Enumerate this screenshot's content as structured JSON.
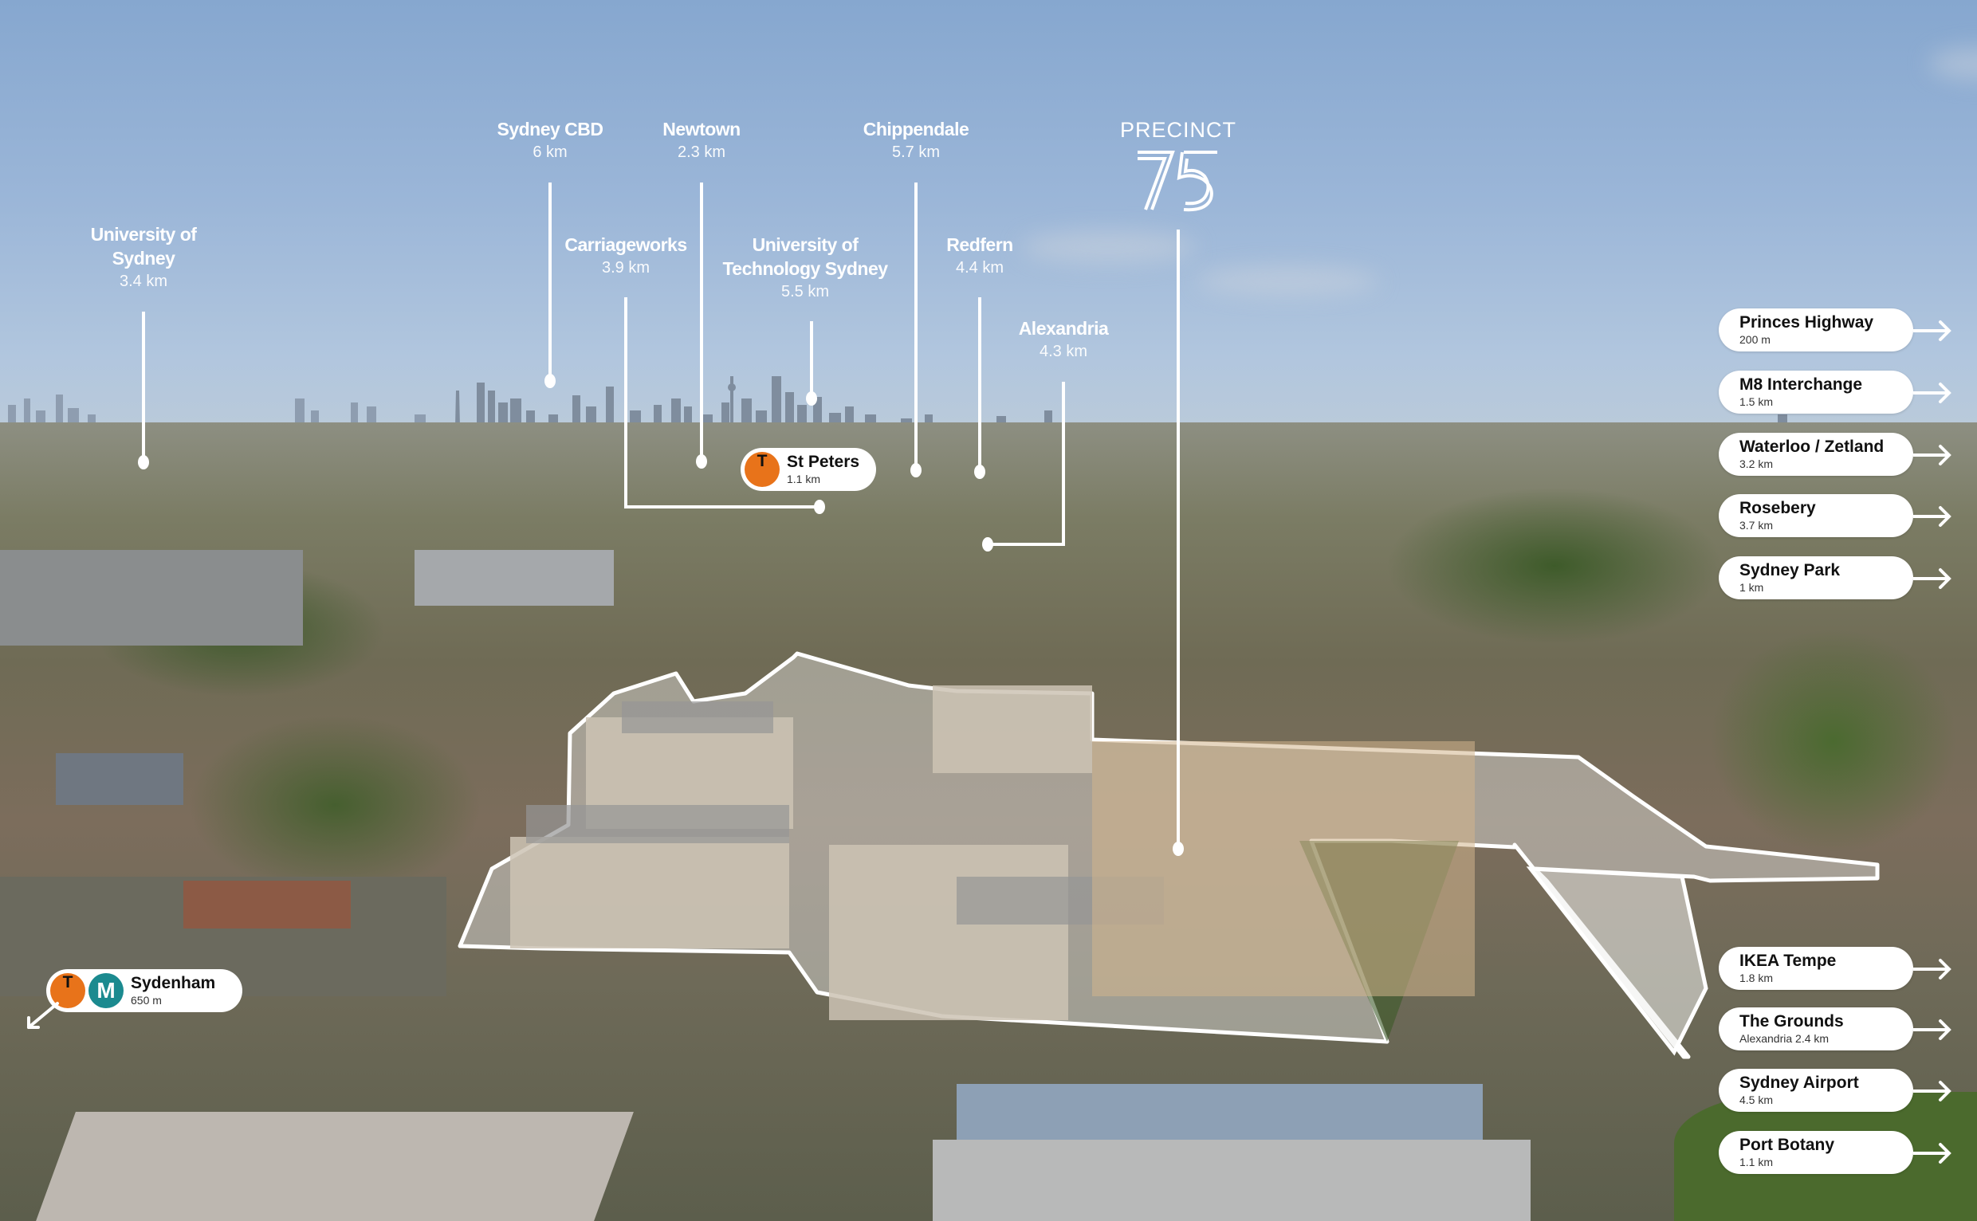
{
  "image": {
    "description": "Aerial photo of Precinct 75 site, St Peters, Sydney, with distance annotations",
    "colors": {
      "sky_top": "#86a7cf",
      "sky_bottom": "#bccbd9",
      "label_text": "#ffffff",
      "pill_bg": "#ffffff",
      "pill_text": "#111111",
      "train_badge": "#e8731a",
      "metro_badge": "#1b8a8f",
      "site_outline": "#ffffff"
    }
  },
  "brand": {
    "word": "PRECINCT",
    "number": "75"
  },
  "landmarks": [
    {
      "name_line1": "University of",
      "name_line2": "Sydney",
      "distance": "3.4 km"
    },
    {
      "name": "Sydney CBD",
      "distance": "6 km"
    },
    {
      "name": "Newtown",
      "distance": "2.3 km"
    },
    {
      "name": "Chippendale",
      "distance": "5.7 km"
    },
    {
      "name": "Carriageworks",
      "distance": "3.9 km"
    },
    {
      "name_line1": "University of",
      "name_line2": "Technology Sydney",
      "distance": "5.5 km"
    },
    {
      "name": "Redfern",
      "distance": "4.4 km"
    },
    {
      "name": "Alexandria",
      "distance": "4.3 km"
    }
  ],
  "stations": [
    {
      "name": "St Peters",
      "distance": "1.1 km",
      "badges": [
        "T"
      ]
    },
    {
      "name": "Sydenham",
      "distance": "650 m",
      "badges": [
        "T",
        "M"
      ]
    }
  ],
  "directions_top": [
    {
      "name": "Princes Highway",
      "distance": "200 m"
    },
    {
      "name": "M8 Interchange",
      "distance": "1.5 km"
    },
    {
      "name": "Waterloo / Zetland",
      "distance": "3.2 km"
    },
    {
      "name": "Rosebery",
      "distance": "3.7 km"
    },
    {
      "name": "Sydney Park",
      "distance": "1 km"
    }
  ],
  "directions_bottom": [
    {
      "name": "IKEA Tempe",
      "distance": "1.8 km"
    },
    {
      "name": "The Grounds",
      "distance": "Alexandria 2.4 km"
    },
    {
      "name": "Sydney Airport",
      "distance": "4.5 km"
    },
    {
      "name": "Port Botany",
      "distance": "1.1 km"
    }
  ]
}
